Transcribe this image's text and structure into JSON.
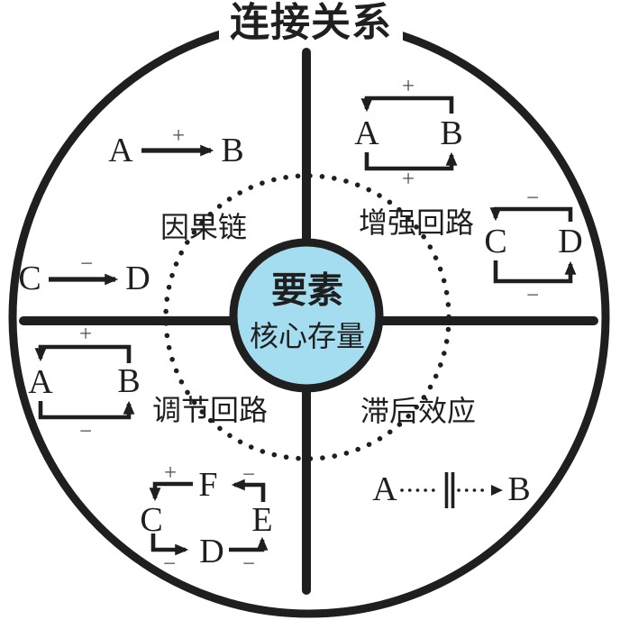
{
  "title": "连接关系",
  "colors": {
    "line": "#1f1f1f",
    "stock_fill": "#a4dcf0",
    "sign": "#4d4d4d"
  },
  "center_stock": {
    "title": "要素",
    "subtitle": "核心存量"
  },
  "labels": {
    "causal_chain": "因果链",
    "reinforcing_loop": "增强回路",
    "balancing_loop": "调节回路",
    "delay_effect": "滞后效应"
  },
  "mini_diagrams": {
    "positive_link": {
      "from": "A",
      "to": "B",
      "sign": "+"
    },
    "negative_link": {
      "from": "C",
      "to": "D",
      "sign": "−"
    },
    "reinforcing_ab": {
      "left": "A",
      "right": "B",
      "top_sign": "+",
      "bottom_sign": "+"
    },
    "reinforcing_cd": {
      "left": "C",
      "right": "D",
      "top_sign": "−",
      "bottom_sign": "−"
    },
    "balancing_ab": {
      "left": "A",
      "right": "B",
      "top_sign": "+",
      "bottom_sign": "−"
    },
    "four_node_loop": {
      "c": "C",
      "d": "D",
      "e": "E",
      "f": "F",
      "sign_f_to_c": "+",
      "sign_e_to_f": "−",
      "sign_c_to_d": "−",
      "sign_d_to_e": "−"
    },
    "delay_link": {
      "from": "A",
      "to": "B"
    }
  }
}
